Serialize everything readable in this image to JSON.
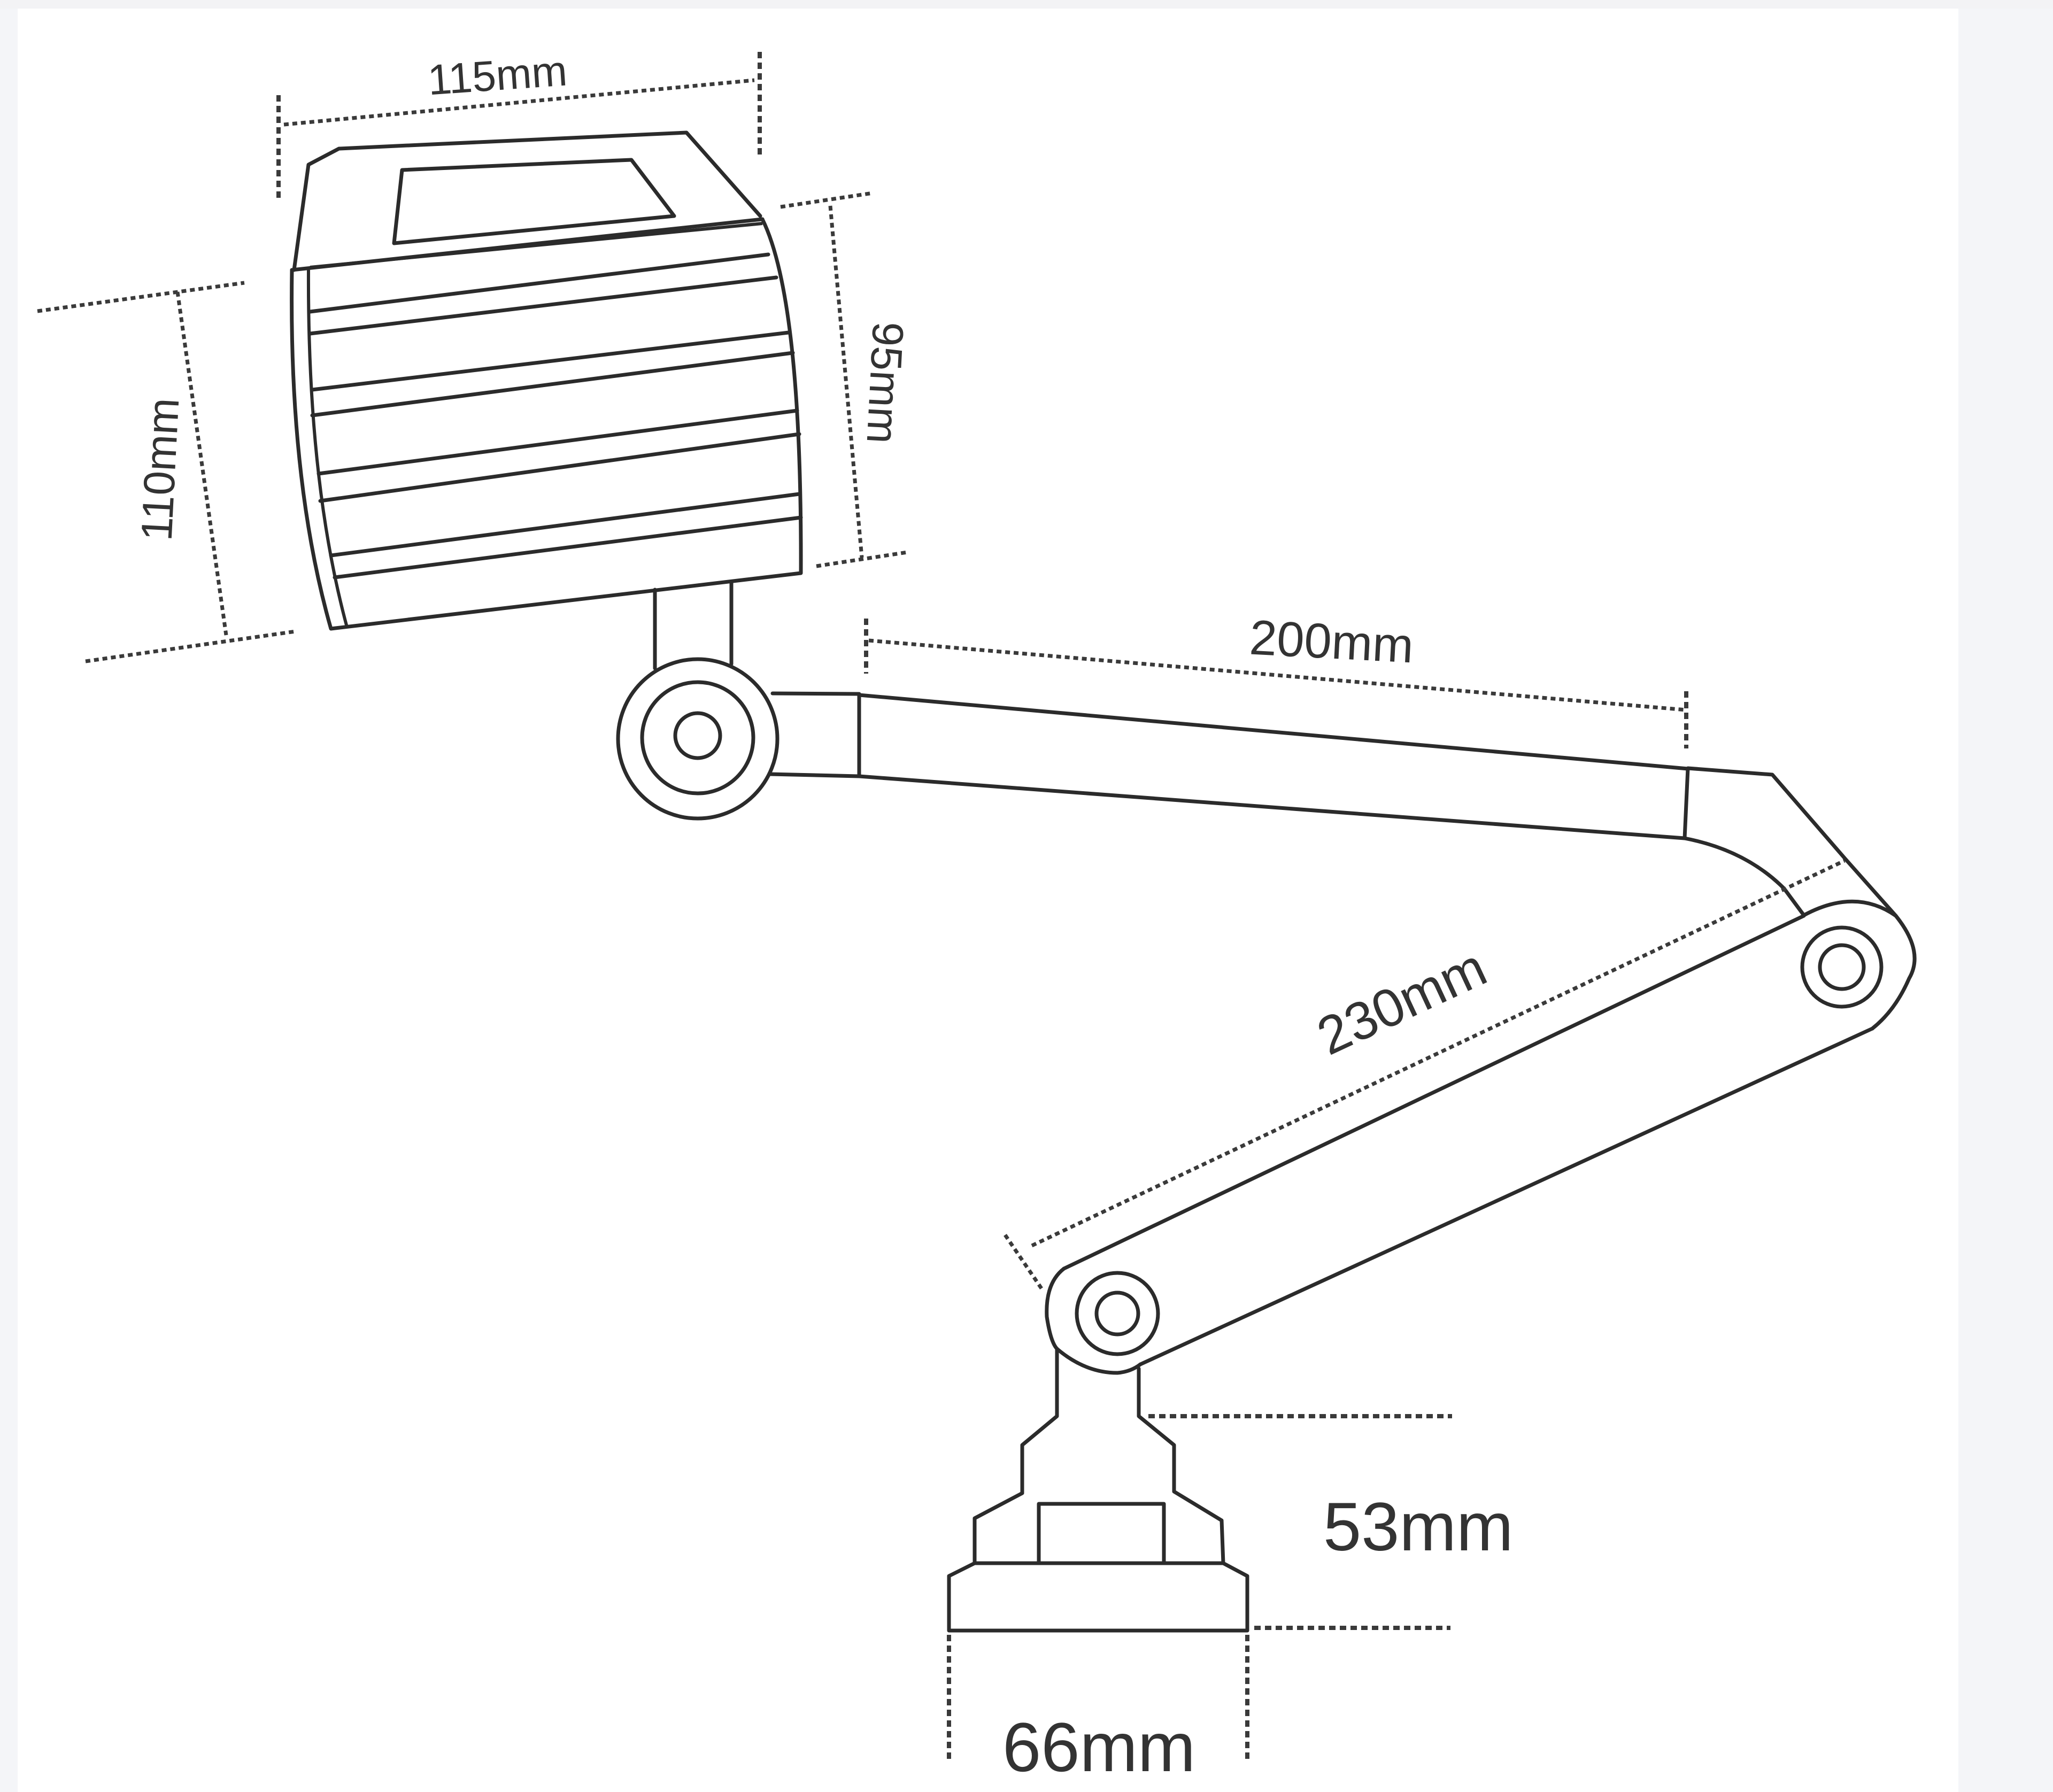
{
  "figure": {
    "type": "dimensioned line drawing",
    "subject": "machine work lamp with articulated arm",
    "line_color": "#2b2b2b",
    "background": "#ffffff",
    "frame_color": "#f4f5f8"
  },
  "dimensions": {
    "head_width": "115mm",
    "head_height": "110mm",
    "head_face_height": "95mm",
    "upper_arm_length": "200mm",
    "lower_arm_length": "230mm",
    "base_height": "53mm",
    "base_width": "66mm"
  }
}
